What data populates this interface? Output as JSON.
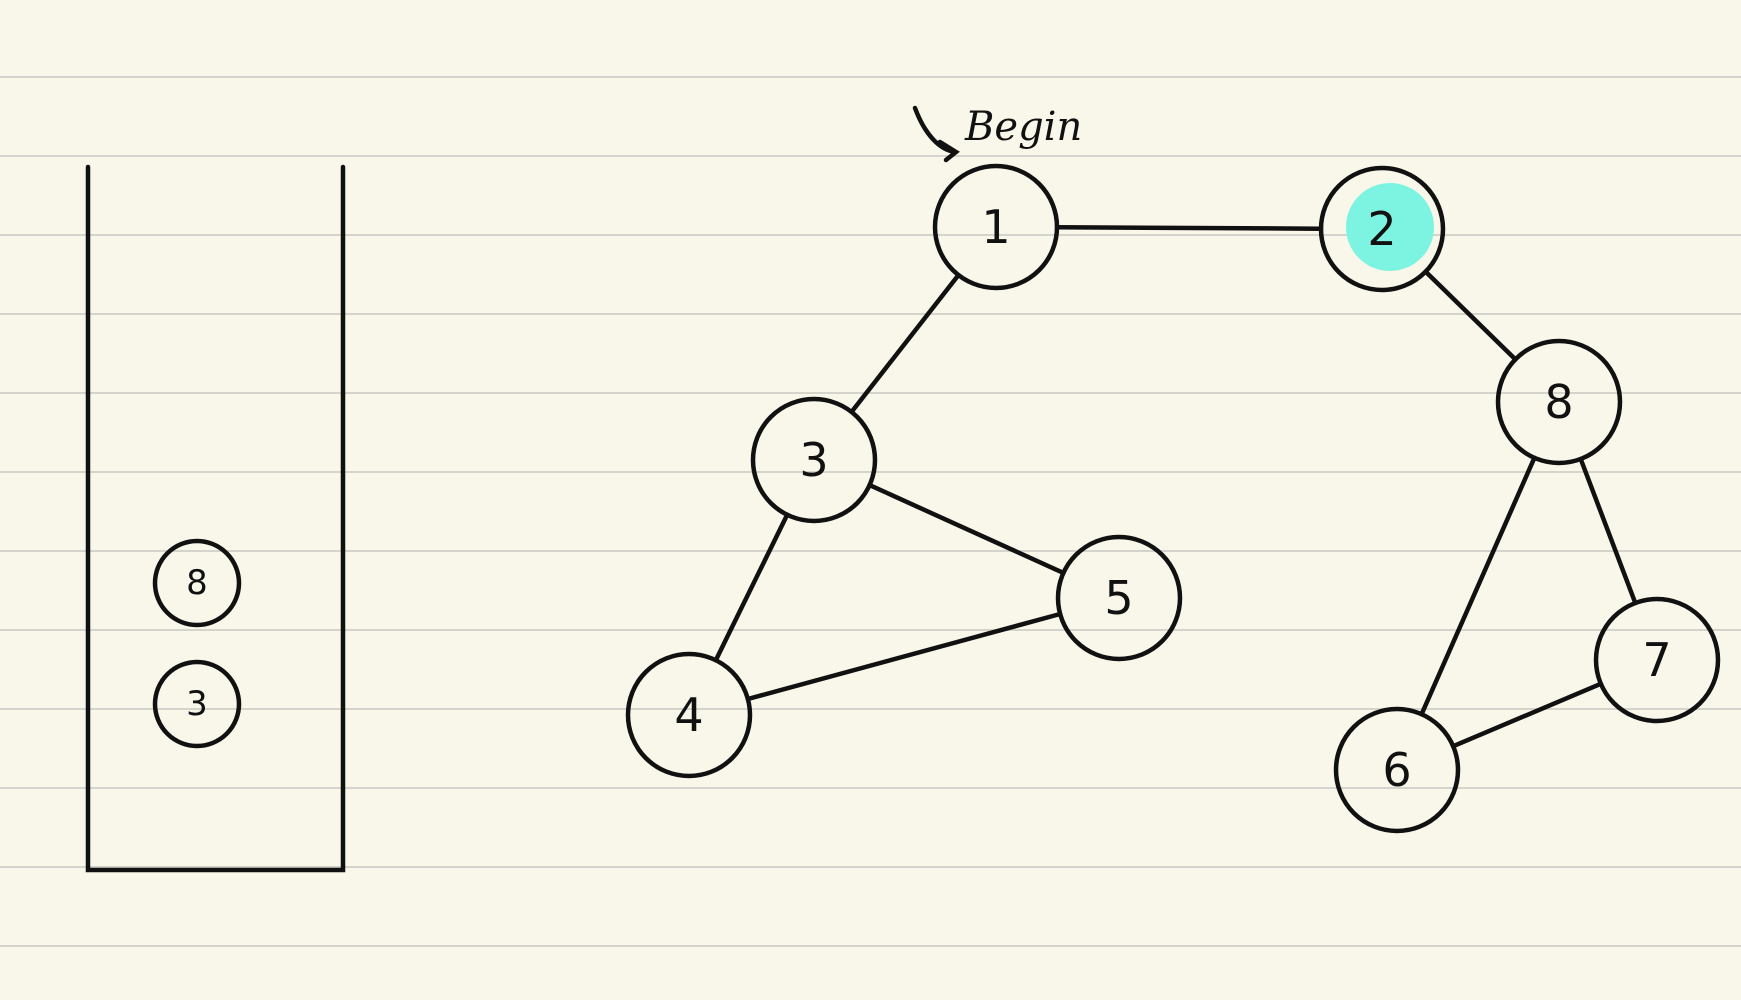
{
  "highlight_color": "#7df3e1",
  "stroke_color": "#111111",
  "annotation": {
    "text": "Begin",
    "target_node": "1"
  },
  "graph": {
    "nodes": [
      {
        "id": "1",
        "label": "1",
        "highlighted": false
      },
      {
        "id": "2",
        "label": "2",
        "highlighted": true
      },
      {
        "id": "3",
        "label": "3",
        "highlighted": false
      },
      {
        "id": "4",
        "label": "4",
        "highlighted": false
      },
      {
        "id": "5",
        "label": "5",
        "highlighted": false
      },
      {
        "id": "6",
        "label": "6",
        "highlighted": false
      },
      {
        "id": "7",
        "label": "7",
        "highlighted": false
      },
      {
        "id": "8",
        "label": "8",
        "highlighted": false
      }
    ],
    "edges": [
      {
        "from": "1",
        "to": "2"
      },
      {
        "from": "1",
        "to": "3"
      },
      {
        "from": "2",
        "to": "8"
      },
      {
        "from": "3",
        "to": "4"
      },
      {
        "from": "3",
        "to": "5"
      },
      {
        "from": "4",
        "to": "5"
      },
      {
        "from": "8",
        "to": "6"
      },
      {
        "from": "8",
        "to": "7"
      },
      {
        "from": "6",
        "to": "7"
      }
    ]
  },
  "stack": {
    "items_top_to_bottom": [
      "8",
      "3"
    ]
  }
}
